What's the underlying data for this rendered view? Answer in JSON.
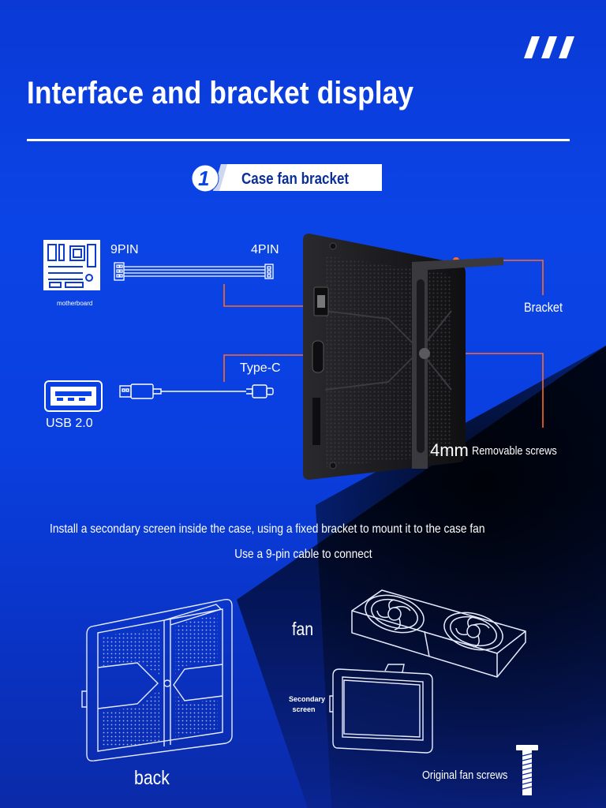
{
  "header": {
    "title": "Interface and bracket display"
  },
  "section": {
    "number": "1",
    "label": "Case fan bracket"
  },
  "diagram": {
    "motherboard_label": "motherboard",
    "pin9_label": "9PIN",
    "pin4_label": "4PIN",
    "typec_label": "Type-C",
    "usb_label": "USB 2.0",
    "bracket_label": "Bracket",
    "screw_size": "4mm",
    "screws_label": "Removable screws"
  },
  "description": {
    "line1": "Install a secondary screen inside the case, using a fixed bracket to mount it to the case fan",
    "line2": "Use a 9-pin cable to connect"
  },
  "illustration": {
    "back_label": "back",
    "fan_label": "fan",
    "secondary_label": "Secondary screen",
    "secondary_line1": "Secondary",
    "secondary_line2": "screen",
    "screws_label": "Original fan screws"
  },
  "colors": {
    "accent": "#ff6a2a",
    "background": "#0b44e6",
    "badge_text": "#0b2f9a"
  }
}
